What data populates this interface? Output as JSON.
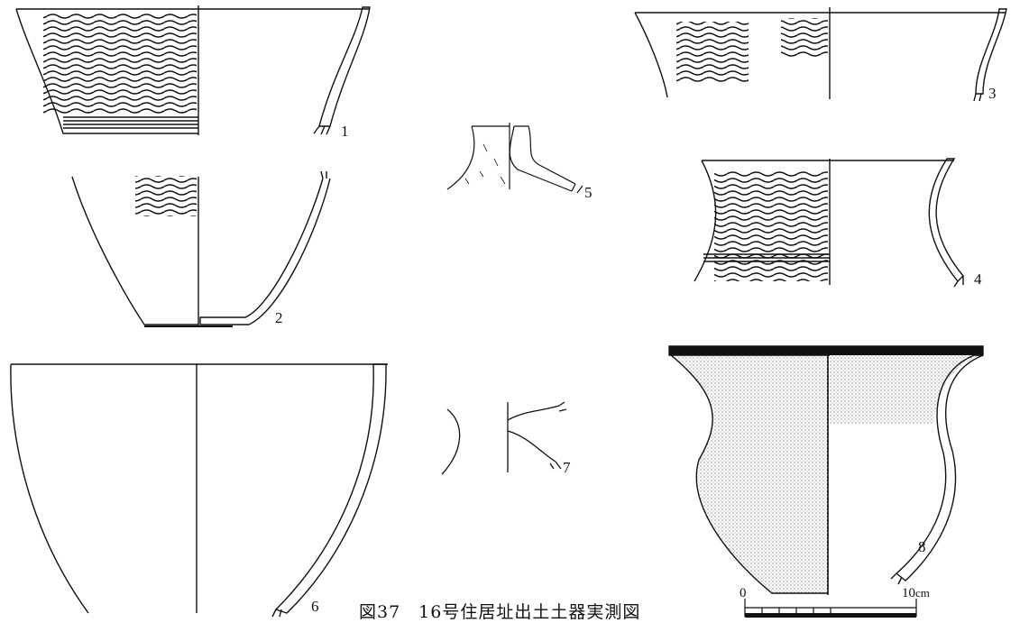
{
  "figure": {
    "caption": "図37　16号住居址出土土器実測図",
    "vessel_labels": [
      "1",
      "2",
      "3",
      "4",
      "5",
      "6",
      "7",
      "8"
    ],
    "scale_bar": {
      "start_label": "0",
      "end_label": "10",
      "unit_label": "cm"
    }
  },
  "colors": {
    "ink": "#111111",
    "stipple": "#bdbdbd",
    "background": "#ffffff"
  }
}
